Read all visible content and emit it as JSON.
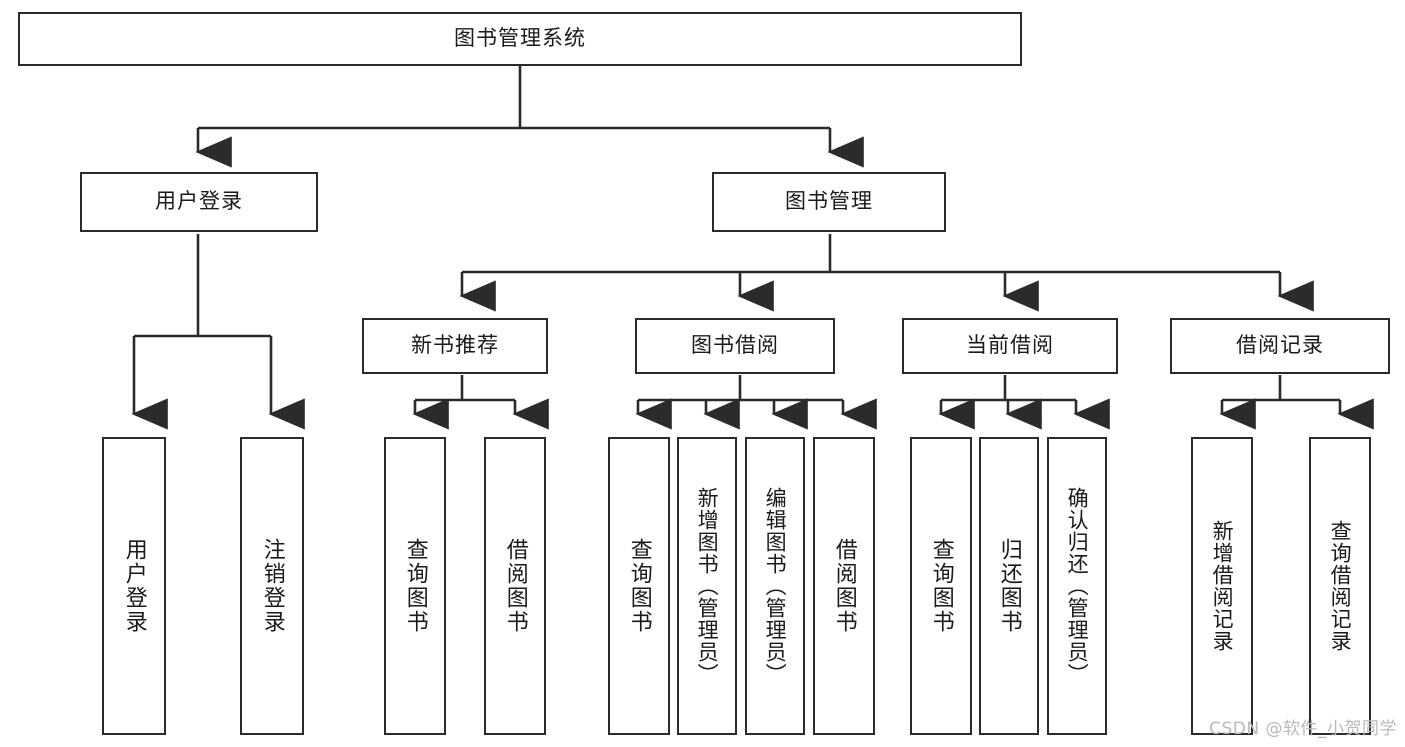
{
  "diagram": {
    "type": "hierarchy-tree",
    "title": "图书管理系统",
    "root": {
      "label": "图书管理系统"
    },
    "level1": [
      {
        "label": "用户登录"
      },
      {
        "label": "图书管理"
      }
    ],
    "level2": [
      {
        "label": "新书推荐"
      },
      {
        "label": "图书借阅"
      },
      {
        "label": "当前借阅"
      },
      {
        "label": "借阅记录"
      }
    ],
    "leaves": {
      "user_login": [
        {
          "label": "用户登录"
        },
        {
          "label": "注销登录"
        }
      ],
      "new_book_recommend": [
        {
          "label": "查询图书"
        },
        {
          "label": "借阅图书"
        }
      ],
      "book_borrow": [
        {
          "label": "查询图书"
        },
        {
          "label": "新增图书（管理员）"
        },
        {
          "label": "编辑图书（管理员）"
        },
        {
          "label": "借阅图书"
        }
      ],
      "current_borrow": [
        {
          "label": "查询图书"
        },
        {
          "label": "归还图书"
        },
        {
          "label": "确认归还（管理员）"
        }
      ],
      "borrow_record": [
        {
          "label": "新增借阅记录"
        },
        {
          "label": "查询借阅记录"
        }
      ]
    }
  },
  "watermark": {
    "text": "CSDN @软件_小贺同学"
  },
  "colors": {
    "border": "#2b2b2b",
    "background": "#ffffff",
    "text": "#1a1a1a",
    "watermark": "#b9b9b9"
  }
}
